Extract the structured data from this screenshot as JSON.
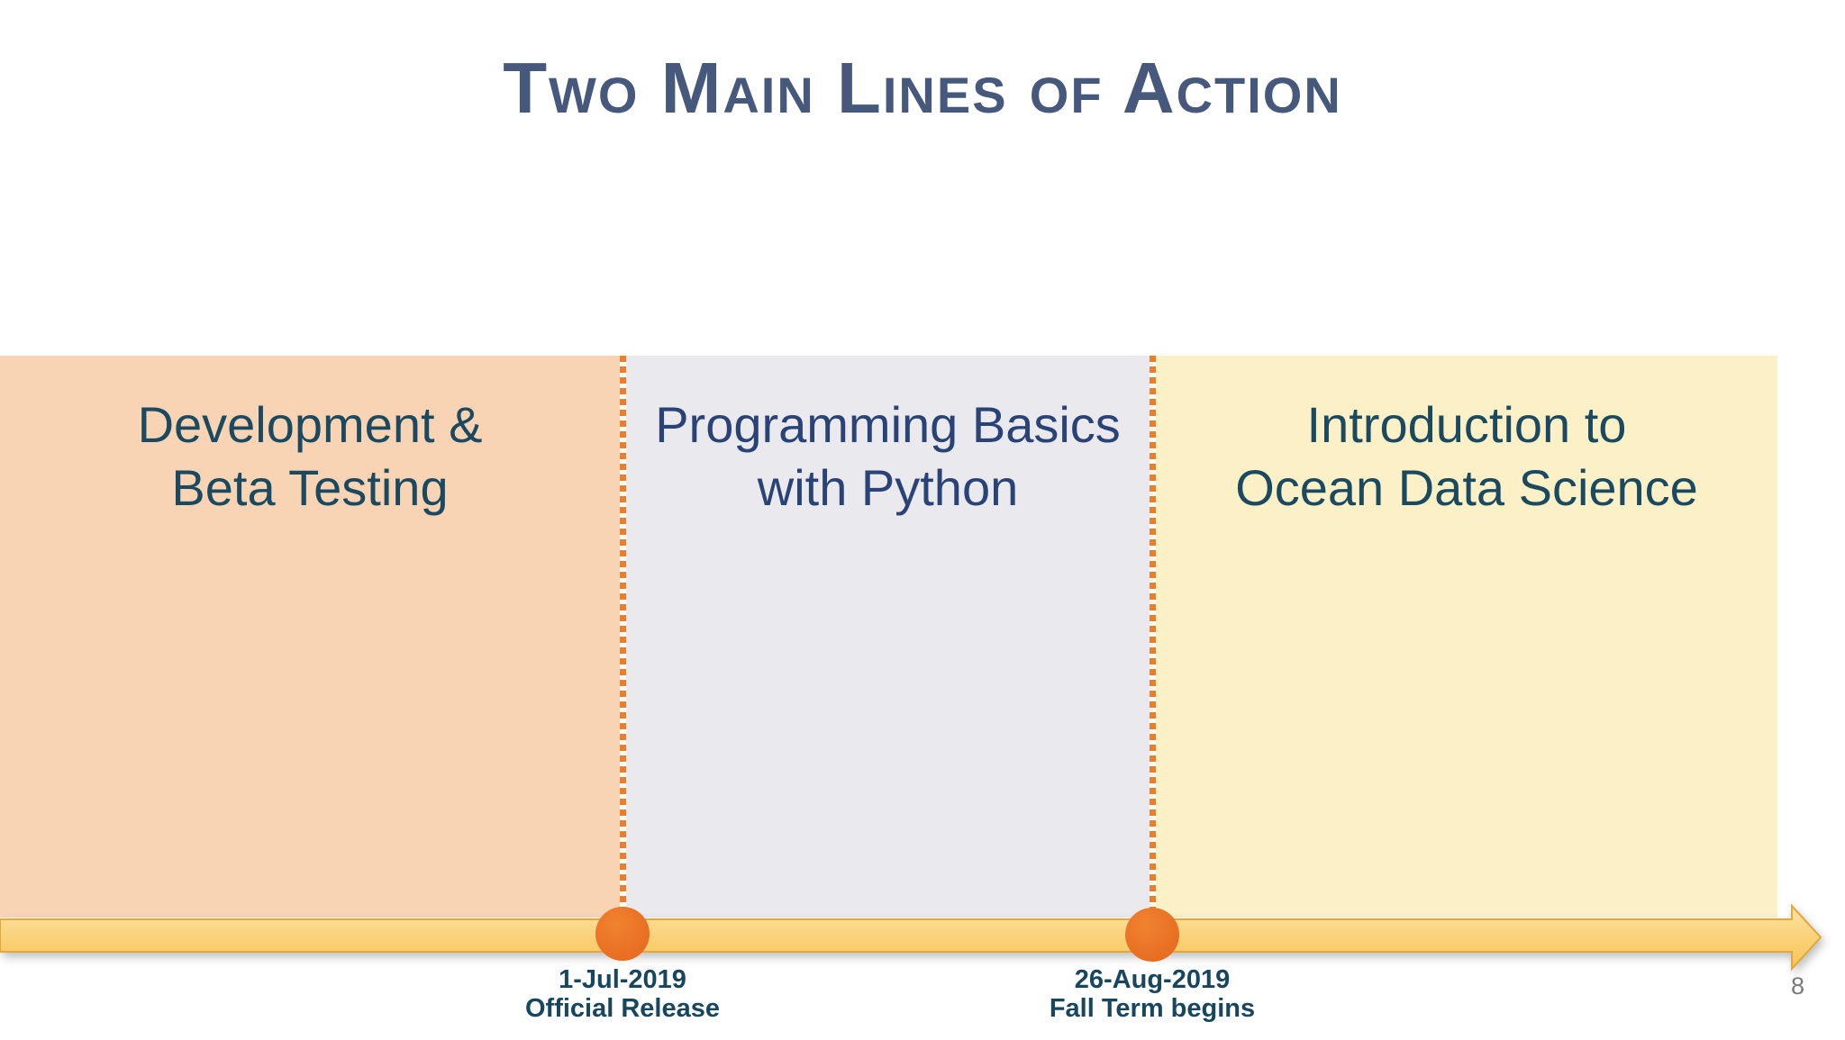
{
  "slide": {
    "title": "Two Main Lines of Action",
    "page_number": "8"
  },
  "panels": [
    {
      "id": "development-beta-testing",
      "lines": [
        "Development &",
        "Beta Testing"
      ]
    },
    {
      "id": "programming-basics-python",
      "lines": [
        "Programming Basics",
        "with Python"
      ]
    },
    {
      "id": "intro-ocean-data-science",
      "lines": [
        "Introduction to",
        "Ocean Data Science"
      ]
    }
  ],
  "timeline": {
    "milestones": [
      {
        "date": "1-Jul-2019",
        "event": "Official Release"
      },
      {
        "date": "26-Aug-2019",
        "event": "Fall Term begins"
      }
    ]
  },
  "colors": {
    "title_text": "#46587b",
    "panel_left_bg": "#f8d4b5",
    "panel_middle_bg": "#eaeaee",
    "panel_right_bg": "#fbf0c6",
    "panel_side_text": "#1b4a60",
    "panel_middle_text": "#2a4377",
    "divider_dash": "#e87e2e",
    "milestone_dot": "#ea7225",
    "milestone_text": "#17465e",
    "timeline_fill_top": "#fde3a2",
    "timeline_fill_bottom": "#f7c355",
    "timeline_border": "#e0a83d",
    "page_number_text": "#7a7a7a"
  }
}
